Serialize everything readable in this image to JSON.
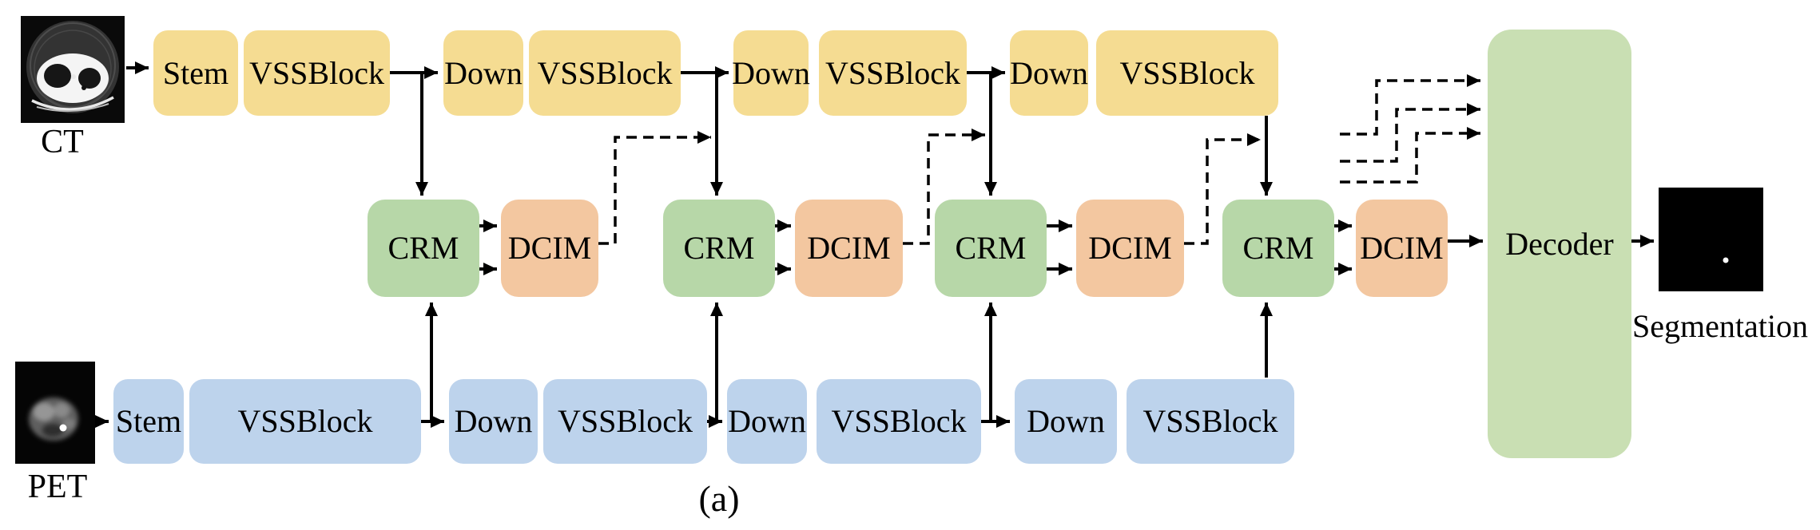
{
  "caption": "(a)",
  "colors": {
    "ct_block": "#f5dc92",
    "pet_block": "#bdd3ec",
    "crm": "#b7d7a8",
    "dcim": "#f3c7a0",
    "decoder": "#c9dfb3"
  },
  "ct": {
    "label": "CT",
    "blocks": [
      {
        "label": "Stem"
      },
      {
        "label": "VSSBlock"
      },
      {
        "label": "Down"
      },
      {
        "label": "VSSBlock"
      },
      {
        "label": "Down"
      },
      {
        "label": "VSSBlock"
      },
      {
        "label": "Down"
      },
      {
        "label": "VSSBlock"
      }
    ]
  },
  "pet": {
    "label": "PET",
    "blocks": [
      {
        "label": "Stem"
      },
      {
        "label": "VSSBlock"
      },
      {
        "label": "Down"
      },
      {
        "label": "VSSBlock"
      },
      {
        "label": "Down"
      },
      {
        "label": "VSSBlock"
      },
      {
        "label": "Down"
      },
      {
        "label": "VSSBlock"
      }
    ]
  },
  "fusion": {
    "stages": [
      {
        "crm": "CRM",
        "dcim": "DCIM"
      },
      {
        "crm": "CRM",
        "dcim": "DCIM"
      },
      {
        "crm": "CRM",
        "dcim": "DCIM"
      },
      {
        "crm": "CRM",
        "dcim": "DCIM"
      }
    ]
  },
  "decoder": {
    "label": "Decoder"
  },
  "segmentation": {
    "label": "Segmentation"
  }
}
